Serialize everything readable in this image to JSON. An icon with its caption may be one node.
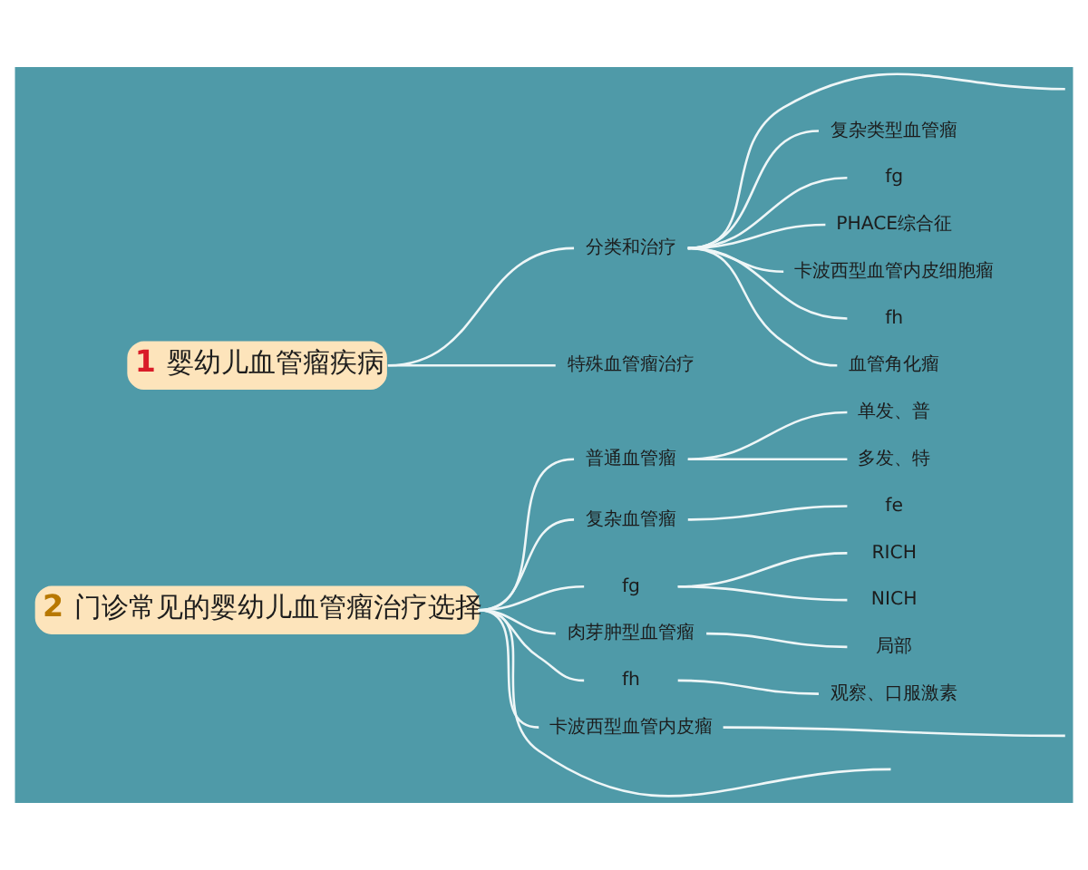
{
  "diagram": {
    "nodes": [
      {
        "text": [
          "1",
          "婴幼儿血管瘤疾病"
        ]
      },
      {
        "text": [
          "分类和治疗"
        ]
      },
      {
        "text": [
          "复杂类型血管瘤"
        ]
      },
      {
        "text": [
          "fg"
        ]
      },
      {
        "text": [
          "PHACE综合征"
        ]
      },
      {
        "text": [
          "卡波西型血管内皮细胞瘤"
        ]
      },
      {
        "text": [
          "fh"
        ]
      },
      {
        "text": [
          "血管角化瘤"
        ]
      },
      {
        "text": [
          "特殊血管瘤治疗"
        ]
      },
      {
        "text": [
          "2",
          "门诊常见的婴幼儿血管瘤治疗选择"
        ]
      },
      {
        "text": [
          "普通血管瘤"
        ]
      },
      {
        "text": [
          "单发、普"
        ]
      },
      {
        "text": [
          "多发、特"
        ]
      },
      {
        "text": [
          "复杂血管瘤"
        ]
      },
      {
        "text": [
          "fe"
        ]
      },
      {
        "text": [
          "fg"
        ]
      },
      {
        "text": [
          "RICH"
        ]
      },
      {
        "text": [
          "NICH"
        ]
      },
      {
        "text": [
          "肉芽肿型血管瘤"
        ]
      },
      {
        "text": [
          "局部"
        ]
      },
      {
        "text": [
          "fh"
        ]
      },
      {
        "text": [
          "观察、口服激素"
        ]
      },
      {
        "text": [
          "卡波西型血管内皮瘤"
        ]
      }
    ],
    "edges": [
      {
        "from": 0,
        "to": 1,
        "arrow": "none"
      },
      {
        "from": 1,
        "to": null,
        "arrow": "none"
      },
      {
        "from": 1,
        "to": 2,
        "arrow": "none"
      },
      {
        "from": 1,
        "to": 3,
        "arrow": "none"
      },
      {
        "from": 1,
        "to": 4,
        "arrow": "none"
      },
      {
        "from": 1,
        "to": 5,
        "arrow": "none"
      },
      {
        "from": 1,
        "to": 6,
        "arrow": "none"
      },
      {
        "from": 1,
        "to": 7,
        "arrow": "none"
      },
      {
        "from": 0,
        "to": 8,
        "arrow": "none"
      },
      {
        "from": 9,
        "to": 10,
        "arrow": "none"
      },
      {
        "from": 10,
        "to": 11,
        "arrow": "none"
      },
      {
        "from": 10,
        "to": 12,
        "arrow": "none"
      },
      {
        "from": 9,
        "to": 13,
        "arrow": "none"
      },
      {
        "from": 13,
        "to": 14,
        "arrow": "none"
      },
      {
        "from": 9,
        "to": 15,
        "arrow": "none"
      },
      {
        "from": 15,
        "to": 16,
        "arrow": "none"
      },
      {
        "from": 15,
        "to": 17,
        "arrow": "none"
      },
      {
        "from": 9,
        "to": 18,
        "arrow": "none"
      },
      {
        "from": 18,
        "to": 19,
        "arrow": "none"
      },
      {
        "from": 9,
        "to": 20,
        "arrow": "none"
      },
      {
        "from": 20,
        "to": 21,
        "arrow": "none"
      },
      {
        "from": 9,
        "to": 22,
        "arrow": "none"
      },
      {
        "from": 22,
        "to": null,
        "arrow": "none"
      },
      {
        "from": 9,
        "to": null,
        "arrow": "none"
      }
    ]
  }
}
